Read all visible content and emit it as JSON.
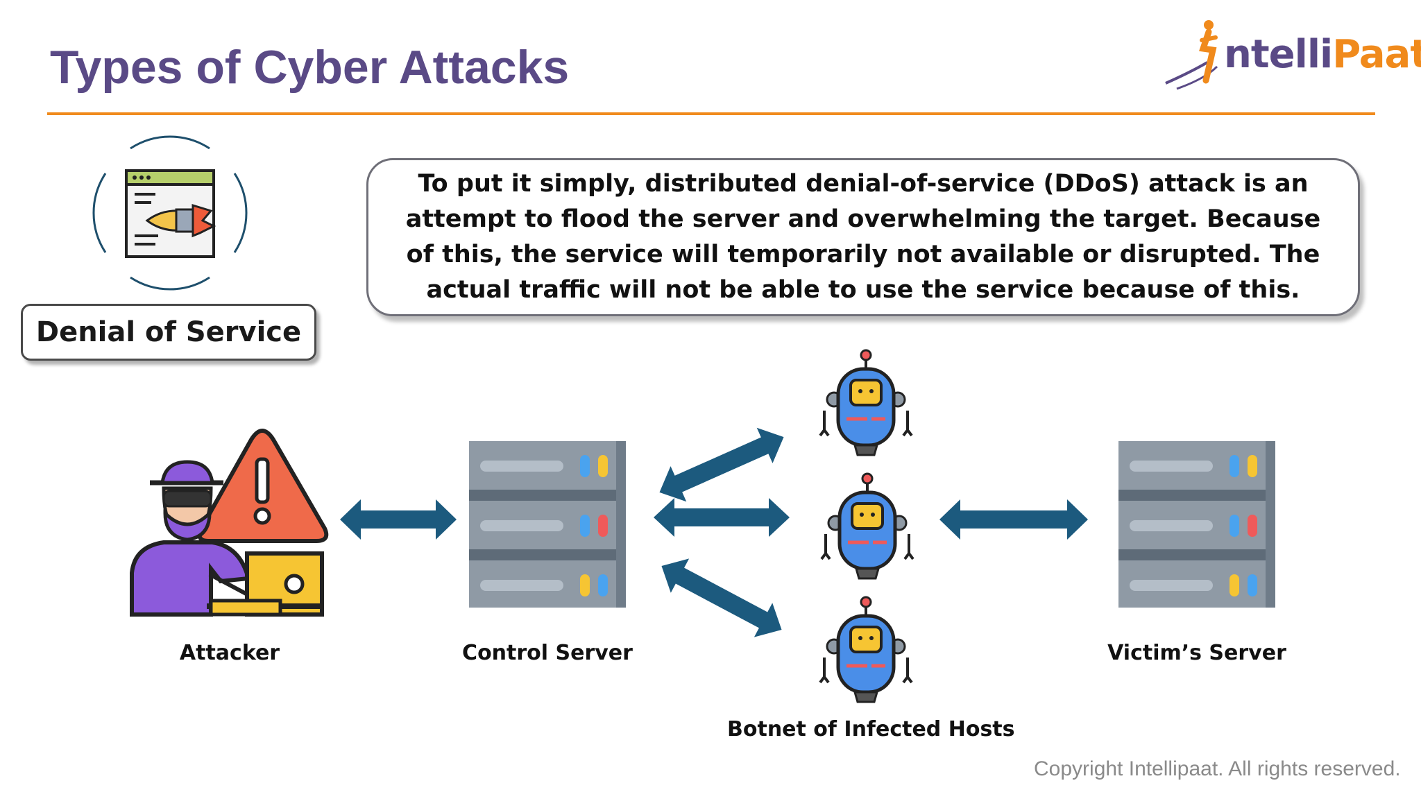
{
  "header": {
    "title": "Types of Cyber Attacks",
    "logo_part1": "ntelli",
    "logo_part2": "Paat",
    "accent_color": "#f08a1c",
    "title_color": "#5a4a86"
  },
  "attack": {
    "name": "Denial of Service",
    "icon": "rocket-browser-icon",
    "description": "To put it simply, distributed denial-of-service (DDoS) attack is an attempt to flood the server and overwhelming the target. Because of this, the service will temporarily not available or disrupted. The actual traffic will not be able to use the service because of this."
  },
  "diagram": {
    "attacker_label": "Attacker",
    "control_server_label": "Control Server",
    "botnet_label": "Botnet of Infected Hosts",
    "victim_label": "Victim’s Server",
    "arrow_color": "#1c5a7e"
  },
  "footer": {
    "copyright": "Copyright Intellipaat. All rights reserved."
  }
}
